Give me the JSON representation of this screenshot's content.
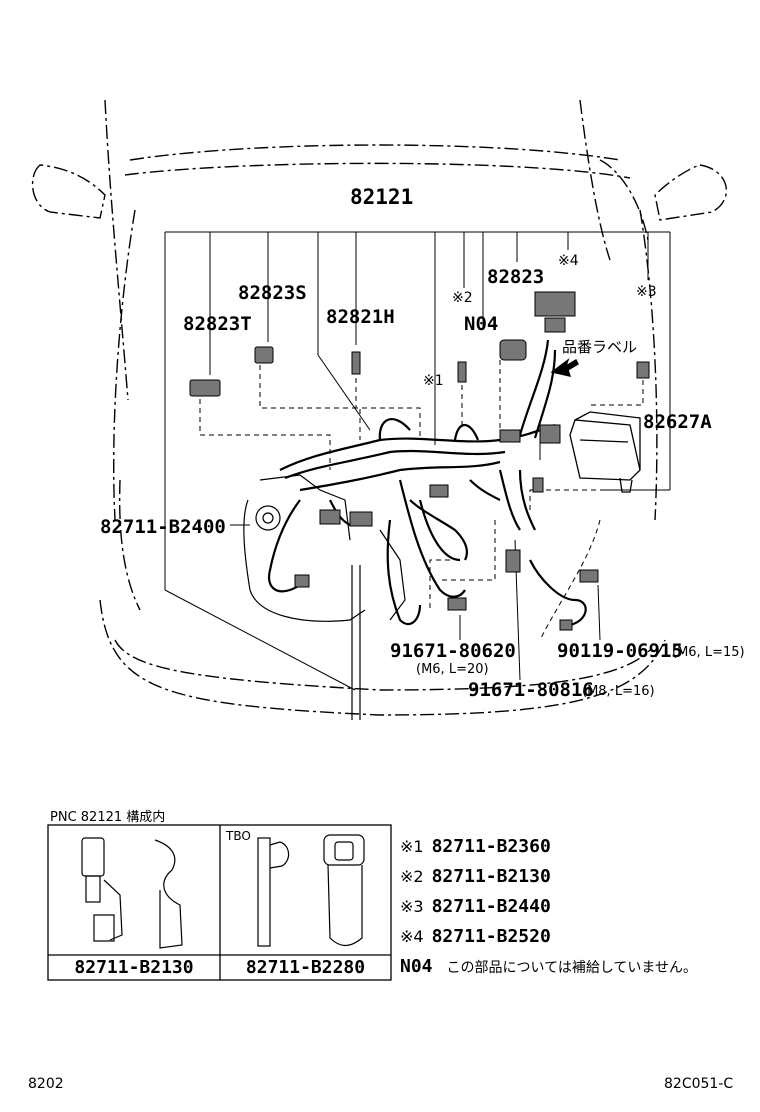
{
  "main_part": "82121",
  "labels": {
    "p82823S": "82823S",
    "p82823T": "82823T",
    "p82821H": "82821H",
    "p82823": "82823",
    "mark4": "※4",
    "mark2": "※2",
    "mark3": "※3",
    "mark1": "※1",
    "n04": "N04",
    "hinban_label": "品番ラベル",
    "p82627A": "82627A",
    "p82711B2400": "82711-B2400",
    "p9167180620": "91671-80620",
    "p9167180620_spec": "(M6, L=20)",
    "p9011906915": "90119-06915",
    "p9011906915_spec": "(M6, L=15)",
    "p9167180816": "91671-80816",
    "p9167180816_spec": "(M8, L=16)"
  },
  "inset": {
    "caption": "PNC  82121  構成内",
    "left_part": "82711-B2130",
    "right_tag": "TBO",
    "right_part": "82711-B2280"
  },
  "legend": [
    {
      "mark": "※1",
      "part": "82711-B2360"
    },
    {
      "mark": "※2",
      "part": "82711-B2130"
    },
    {
      "mark": "※3",
      "part": "82711-B2440"
    },
    {
      "mark": "※4",
      "part": "82711-B2520"
    }
  ],
  "n04_note": {
    "code": "N04",
    "text": "この部品については補給していません。"
  },
  "footer": {
    "left": "8202",
    "right": "82C051-C"
  }
}
